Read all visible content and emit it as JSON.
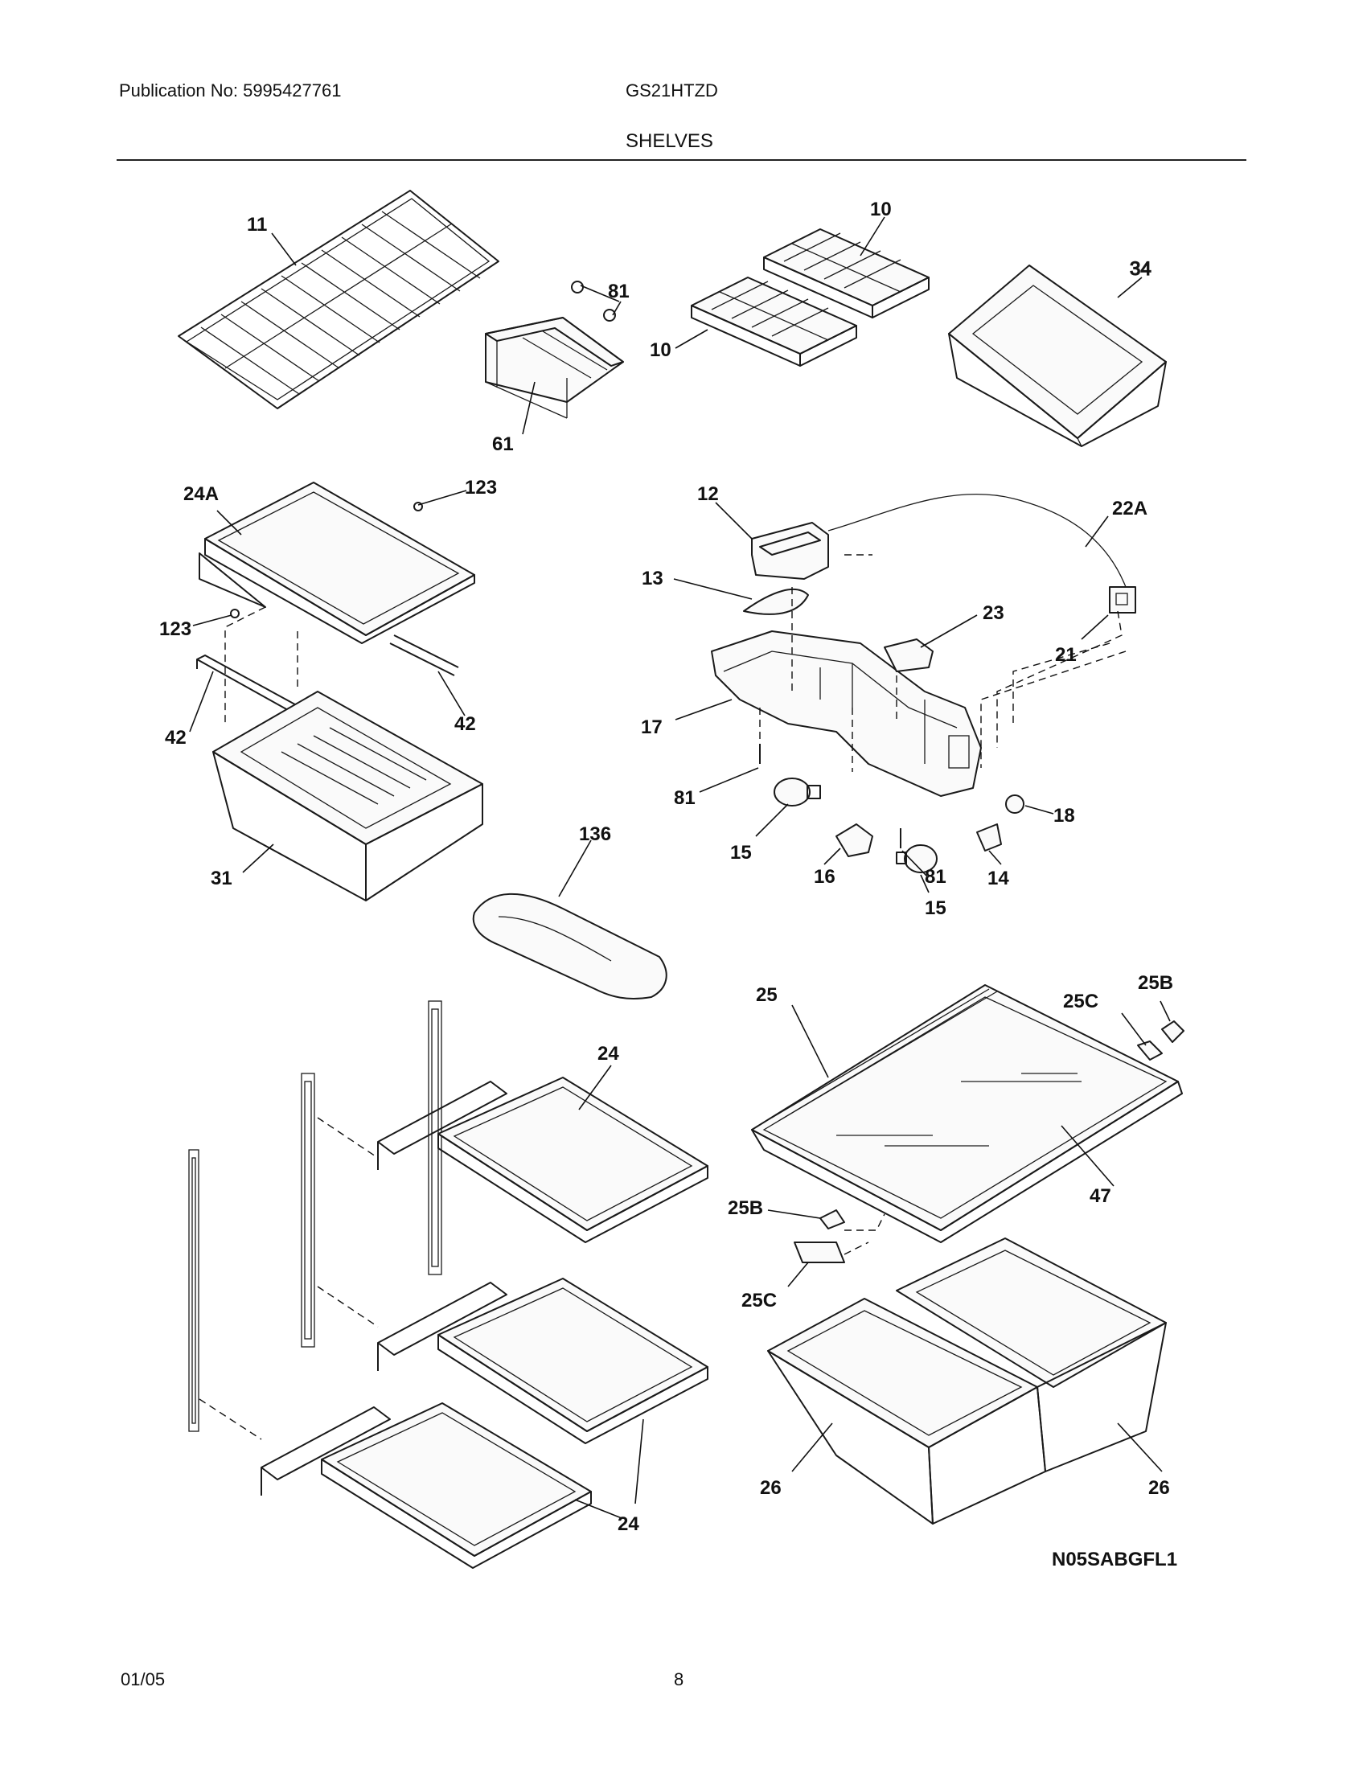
{
  "header": {
    "publication": "Publication No: 5995427761",
    "model": "GS21HTZD",
    "title": "SHELVES"
  },
  "footer": {
    "date": "01/05",
    "page": "8"
  },
  "diagram": {
    "code": "N05SABGFL1",
    "callouts": {
      "c11": "11",
      "c81a": "81",
      "c10a": "10",
      "c10b": "10",
      "c34": "34",
      "c61": "61",
      "c24A": "24A",
      "c123a": "123",
      "c123b": "123",
      "c42a": "42",
      "c42b": "42",
      "c31": "31",
      "c136": "136",
      "c12": "12",
      "c22A": "22A",
      "c13": "13",
      "c23": "23",
      "c21": "21",
      "c17": "17",
      "c81b": "81",
      "c81c": "81",
      "c18": "18",
      "c15a": "15",
      "c16": "16",
      "c14": "14",
      "c15b": "15",
      "c25": "25",
      "c25C_a": "25C",
      "c25B_a": "25B",
      "c24a": "24",
      "c47": "47",
      "c25B_b": "25B",
      "c25C_b": "25C",
      "c26a": "26",
      "c26b": "26",
      "c24b": "24"
    }
  }
}
